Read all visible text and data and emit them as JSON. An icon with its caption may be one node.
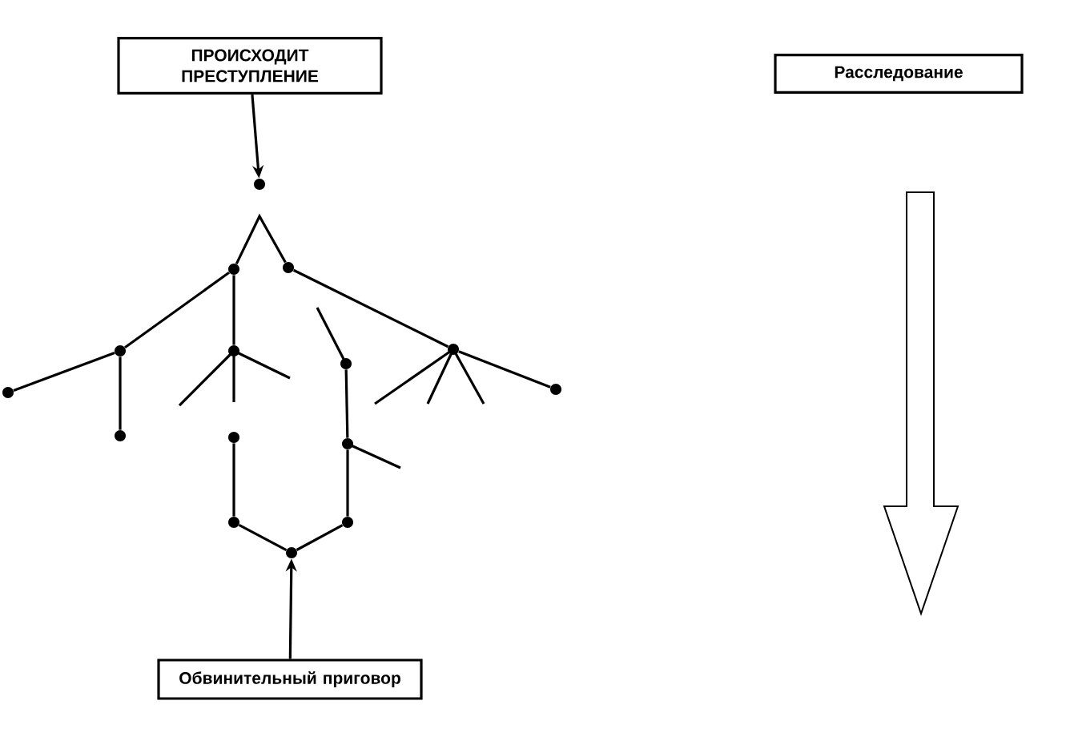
{
  "diagram": {
    "nodes": [
      {
        "text": [
          "ПРОИСХОДИТ ПРЕСТУПЛЕНИЕ"
        ]
      },
      {
        "text": [
          "Расследование"
        ]
      },
      {
        "text": [
          "Обвинительный приговор"
        ]
      },
      {
        "text": [],
        "shape": "circle"
      },
      {
        "text": [],
        "shape": "circle"
      },
      {
        "text": [],
        "shape": "circle"
      },
      {
        "text": [],
        "shape": "circle"
      },
      {
        "text": [],
        "shape": "circle"
      },
      {
        "text": [],
        "shape": "circle"
      },
      {
        "text": [],
        "shape": "circle"
      },
      {
        "text": [],
        "shape": "circle"
      },
      {
        "text": [],
        "shape": "circle"
      },
      {
        "text": [],
        "shape": "circle"
      },
      {
        "text": [],
        "shape": "circle"
      },
      {
        "text": [],
        "shape": "circle"
      },
      {
        "text": [],
        "shape": "circle"
      },
      {
        "text": [],
        "shape": "circle"
      },
      {
        "text": [],
        "shape": "circle"
      }
    ],
    "edges": [
      {
        "from": 0,
        "to": 3,
        "arrow": "to"
      },
      {
        "from": 2,
        "to": 12,
        "arrow": "to"
      },
      {
        "from": 4,
        "to": 5,
        "arrow": "none"
      },
      {
        "from": 4,
        "to": 6,
        "arrow": "none"
      },
      {
        "from": 6,
        "to": 7,
        "arrow": "none"
      },
      {
        "from": 6,
        "to": 8,
        "arrow": "none"
      },
      {
        "from": 4,
        "to": 9,
        "arrow": "none"
      },
      {
        "from": 10,
        "to": 11,
        "arrow": "none"
      },
      {
        "from": 11,
        "to": 12,
        "arrow": "none"
      },
      {
        "from": 12,
        "to": 13,
        "arrow": "none"
      },
      {
        "from": 13,
        "to": 14,
        "arrow": "none"
      },
      {
        "from": 14,
        "to": 15,
        "arrow": "none"
      },
      {
        "from": 5,
        "to": 16,
        "arrow": "none"
      },
      {
        "from": 16,
        "to": 17,
        "arrow": "none"
      }
    ]
  }
}
